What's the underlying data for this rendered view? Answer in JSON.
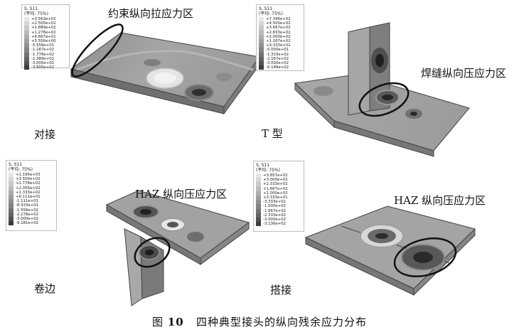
{
  "palette": [
    "#e6e6e6",
    "#d6d6d6",
    "#c8c8c8",
    "#bababa",
    "#acacac",
    "#9e9e9e",
    "#909090",
    "#828282",
    "#737373",
    "#636363",
    "#515151",
    "#3c3c3c",
    "#242424"
  ],
  "panels": [
    {
      "id": "butt",
      "caption": "对接",
      "annotation": "约束纵向拉应力区",
      "legend": {
        "var": "S, S11",
        "avg": "(平均: 75%)",
        "levels": [
          "+3.563e+02",
          "+2.500e+02",
          "+1.889e+02",
          "+1.278e+02",
          "+6.667e+01",
          "+5.556e+00",
          "-5.556e+01",
          "-1.167e+02",
          "-1.778e+02",
          "-2.389e+02",
          "-3.000e+02",
          "-3.605e+02"
        ]
      }
    },
    {
      "id": "tee",
      "caption": "T 型",
      "annotation": "焊缝纵向压应力区",
      "legend": {
        "var": "S, S11",
        "avg": "(平均: 75%)",
        "levels": [
          "+7.396e+02",
          "+4.500e+02",
          "+3.667e+02",
          "+2.833e+02",
          "+2.000e+02",
          "+1.167e+02",
          "+3.333e+01",
          "-5.000e+01",
          "-1.333e+02",
          "-2.167e+02",
          "-3.000e+02",
          "-6.146e+02"
        ]
      }
    },
    {
      "id": "flange",
      "caption": "卷边",
      "annotation": "HAZ 纵向压应力区",
      "legend": {
        "var": "S, S11",
        "avg": "(平均: 75%)",
        "levels": [
          "+1.195e+03",
          "+3.500e+02",
          "+2.778e+02",
          "+2.056e+02",
          "+1.333e+02",
          "+6.111e+01",
          "-1.111e+01",
          "-8.333e+01",
          "-1.556e+02",
          "-2.278e+02",
          "-3.000e+02",
          "-9.181e+02"
        ]
      }
    },
    {
      "id": "lap",
      "caption": "搭接",
      "annotation": "HAZ 纵向压应力区",
      "legend": {
        "var": "S, S11",
        "avg": "(平均: 75%)",
        "levels": [
          "+3.857e+02",
          "+3.000e+02",
          "+2.333e+02",
          "+1.667e+02",
          "+1.000e+02",
          "+3.333e+01",
          "-3.333e+01",
          "-1.000e+02",
          "-1.667e+02",
          "-2.333e+02",
          "-3.000e+02",
          "-3.136e+02"
        ]
      }
    }
  ],
  "figure": {
    "label": "图",
    "number": "10",
    "title": "四种典型接头的纵向残余应力分布"
  }
}
